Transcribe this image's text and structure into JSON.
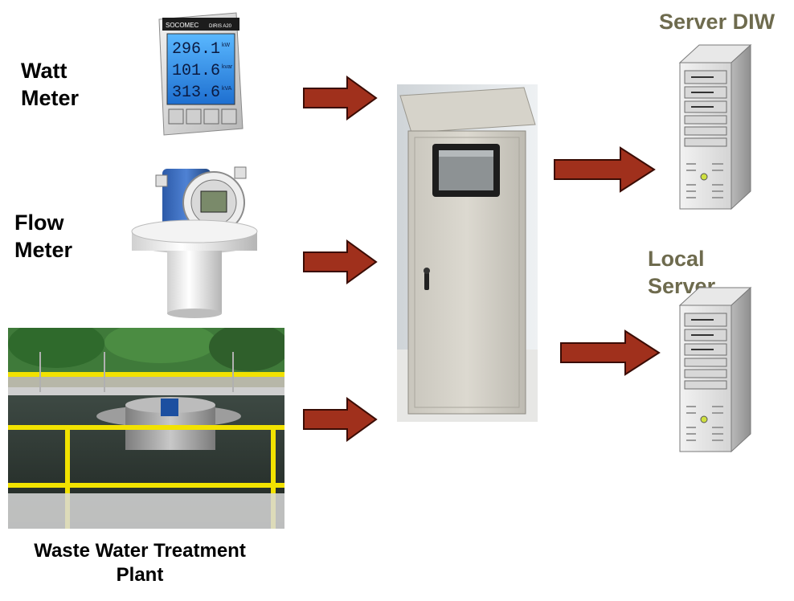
{
  "labels": {
    "watt_meter_line1": "Watt",
    "watt_meter_line2": "Meter",
    "flow_meter_line1": "Flow",
    "flow_meter_line2": "Meter",
    "plant_line1": "Waste Water Treatment",
    "plant_line2": "Plant",
    "server_diw": "Server DIW",
    "local_server_line1": "Local",
    "local_server_line2": "Server"
  },
  "watt_meter_display": {
    "brand": "SOCOMEC",
    "model": "DIRIS A20",
    "reading1": "296.1",
    "unit1": "kW",
    "reading2": "101.6",
    "unit2": "kvar",
    "reading3": "313.6",
    "unit3": "kVA"
  },
  "colors": {
    "arrow_fill": "#a0301c",
    "arrow_stroke": "#3a0c04",
    "label_olive": "#6e6b4e",
    "cabinet": "#d8d5cc",
    "server_body": "#e4e4e4"
  }
}
